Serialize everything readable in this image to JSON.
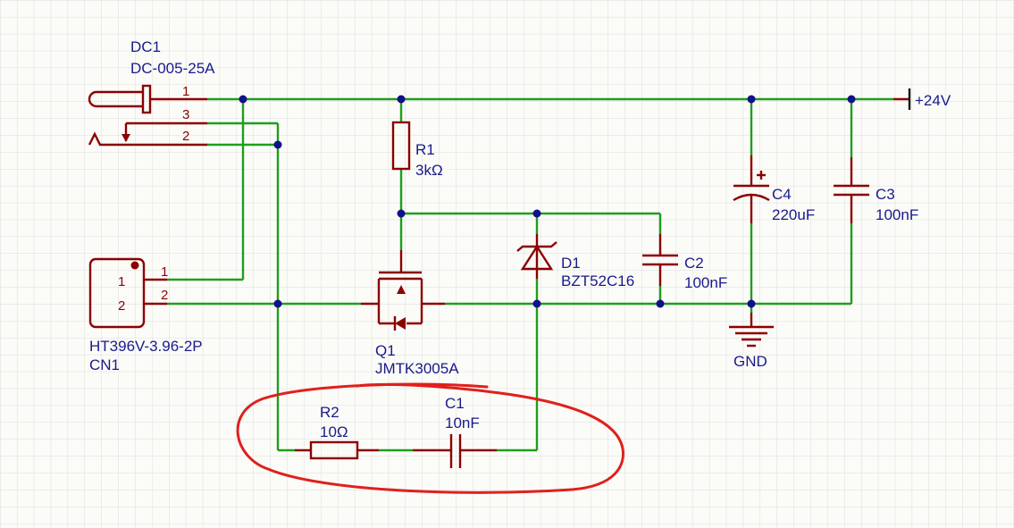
{
  "components": {
    "dc1": {
      "ref": "DC1",
      "value": "DC-005-25A",
      "pins": [
        "1",
        "3",
        "2"
      ]
    },
    "cn1": {
      "ref": "CN1",
      "value": "HT396V-3.96-2P",
      "pins_inner": [
        "1",
        "2"
      ],
      "pins_outer": [
        "1",
        "2"
      ]
    },
    "r1": {
      "ref": "R1",
      "value": "3kΩ"
    },
    "r2": {
      "ref": "R2",
      "value": "10Ω"
    },
    "c1": {
      "ref": "C1",
      "value": "10nF"
    },
    "c2": {
      "ref": "C2",
      "value": "100nF"
    },
    "c3": {
      "ref": "C3",
      "value": "100nF"
    },
    "c4": {
      "ref": "C4",
      "value": "220uF"
    },
    "d1": {
      "ref": "D1",
      "value": "BZT52C16"
    },
    "q1": {
      "ref": "Q1",
      "value": "JMTK3005A"
    }
  },
  "nets": {
    "power": "+24V",
    "ground": "GND"
  },
  "colors": {
    "wire": "#1e9e1e",
    "component": "#8b0000",
    "label": "#1a1a8c",
    "junction": "#10108a",
    "annotation": "#e0201c",
    "grid": "#dcdcdc",
    "background": "#fbfbf8"
  }
}
